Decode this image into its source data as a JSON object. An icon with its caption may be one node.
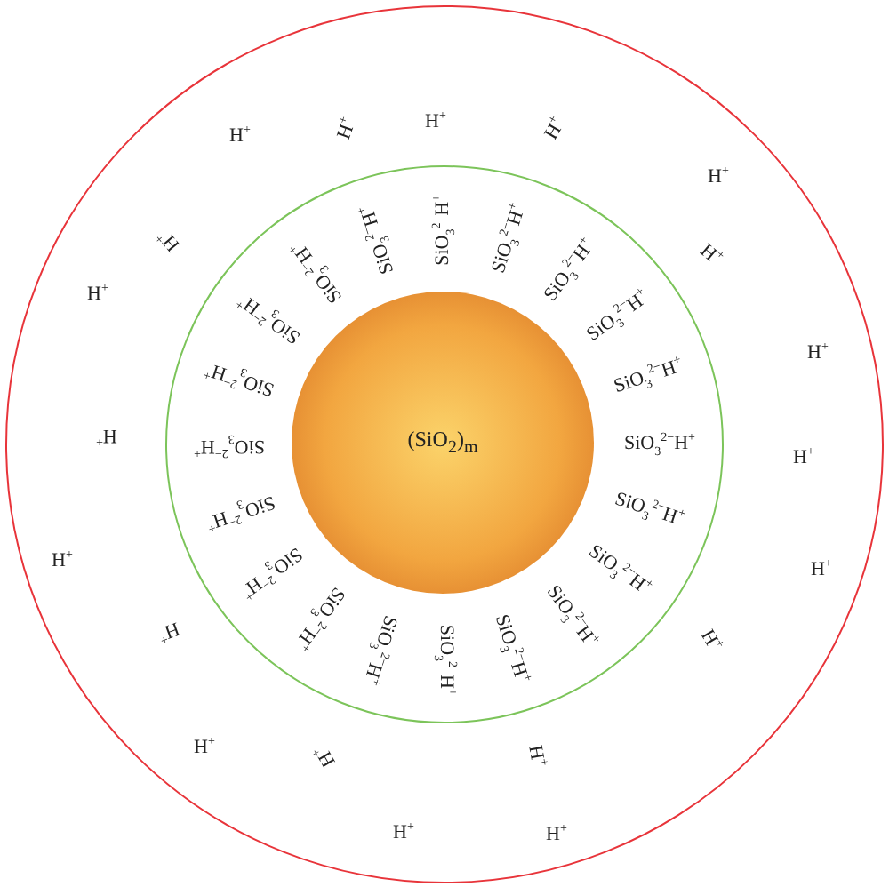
{
  "diagram": {
    "nodes": [
      {
        "text": [],
        "shape": "circle"
      },
      {
        "text": [],
        "shape": "circle",
        "in": 0
      },
      {
        "text": [
          "(SiO$_{2}$)$_{m}$"
        ],
        "in": 1
      }
    ],
    "labels": [
      "SiO$_{3}$$^{2−}$H$^{+}$",
      "SiO$_{3}$$^{2−}$H$^{+}$",
      "SiO$_{3}$$^{2−}$H$^{+}$",
      "SiO$_{3}$$^{2−}$H$^{+}$",
      "SiO$_{3}$$^{2−}$H$^{+}$",
      "SiO$_{3}$$^{2−}$H$^{+}$",
      "SiO$_{3}$$^{2−}$H$^{+}$",
      "SiO$_{3}$$^{2−}$H$^{+}$",
      "SiO$_{3}$$^{2−}$H$^{+}$",
      "SiO$_{3}$$^{2−}$H$^{+}$",
      "SiO$_{3}$$^{2−}$H$^{+}$",
      "SiO$_{3}$$^{2−}$H$^{+}$",
      "SiO$_{3}$$^{2−}$H$^{+}$",
      "SiO$_{3}$$^{2−}$H$^{+}$",
      "SiO$_{3}$$^{2−}$H$^{+}$",
      "SiO$_{3}$$^{2−}$H$^{+}$",
      "SiO$_{3}$$^{2−}$H$^{+}$",
      "SiO$_{3}$$^{2−}$H$^{+}$",
      "SiO$_{3}$$^{2−}$H$^{+}$",
      "SiO$_{3}$$^{2−}$H$^{+}$",
      "H$^{+}$",
      "H$^{+}$",
      "H$^{+}$",
      "H$^{+}$",
      "H$^{+}$",
      "H$^{+}$",
      "H$^{+}$",
      "H$^{+}$",
      "H$^{+}$",
      "H$^{+}$",
      "H$^{+}$",
      "H$^{+}$",
      "H$^{+}$",
      "H$^{+}$",
      "H$^{+}$",
      "H$^{+}$",
      "H$^{+}$",
      "H$^{+}$",
      "H$^{+}$",
      "H$^{+}$"
    ]
  }
}
